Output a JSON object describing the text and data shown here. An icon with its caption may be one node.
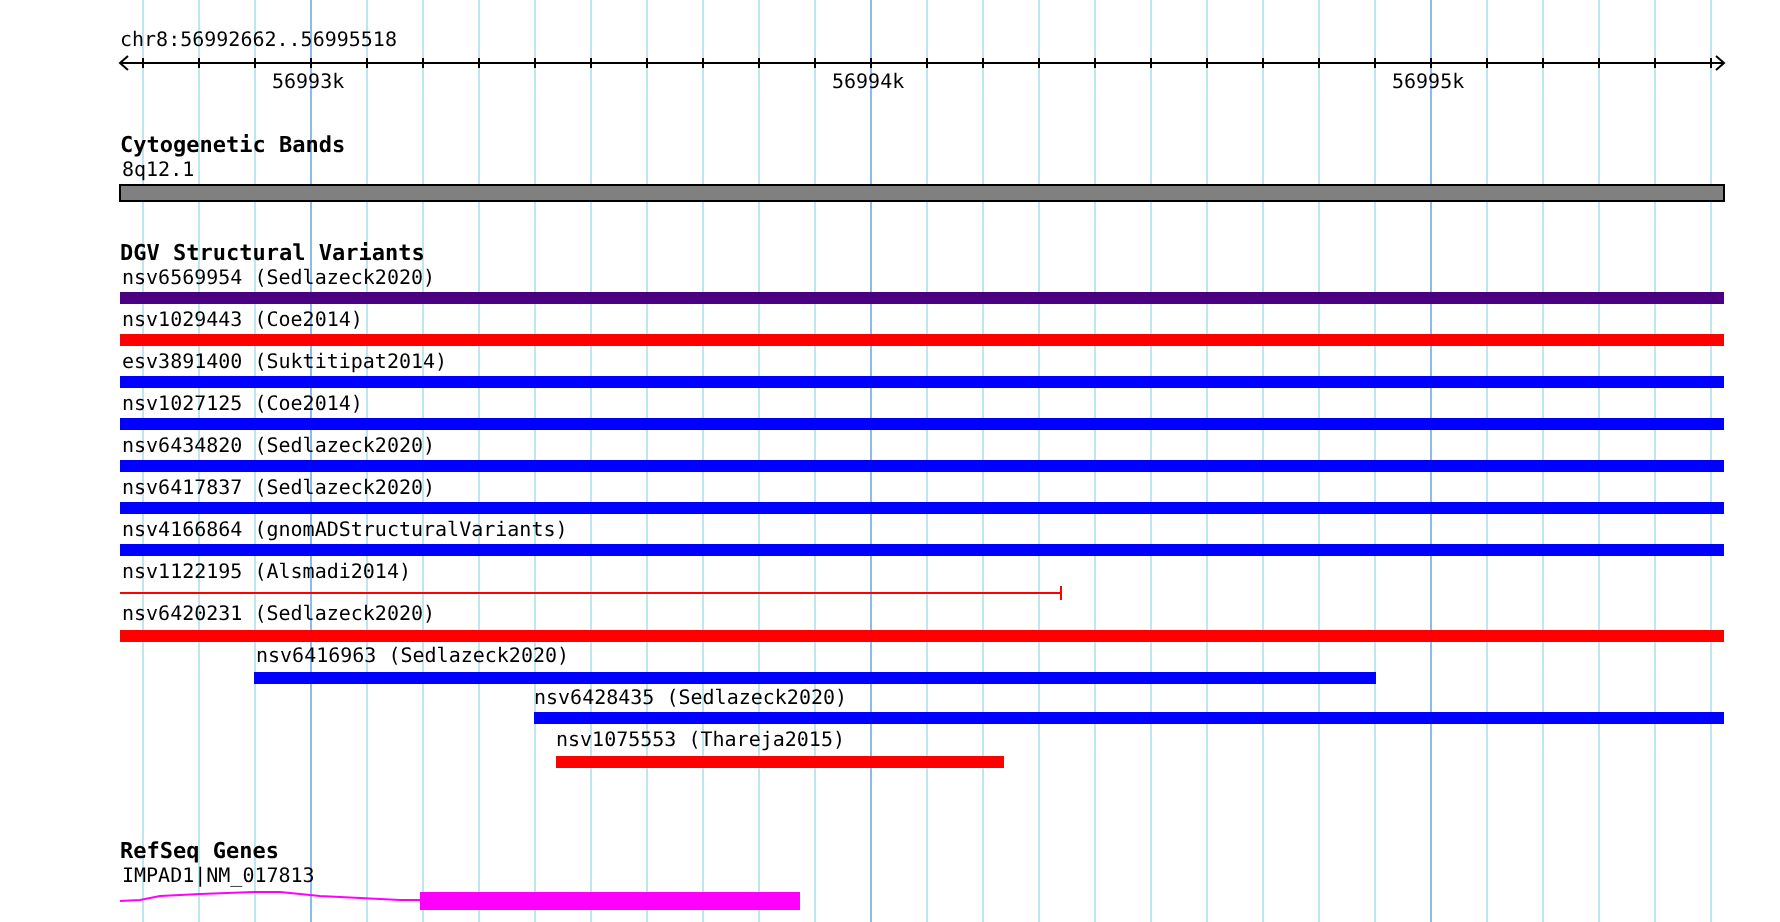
{
  "diagram": {
    "nodes": [
      {
        "text": [],
        "shape": "bar",
        "beside": [
          "8q12.1"
        ]
      },
      {
        "text": [],
        "shape": "bar",
        "beside": [
          "nsv6569954 (Sedlazeck2020)"
        ]
      },
      {
        "text": [],
        "shape": "bar",
        "beside": [
          "nsv1029443 (Coe2014)"
        ]
      },
      {
        "text": [],
        "shape": "bar",
        "beside": [
          "esv3891400 (Suktitipat2014)"
        ]
      },
      {
        "text": [],
        "shape": "bar",
        "beside": [
          "nsv1027125 (Coe2014)"
        ]
      },
      {
        "text": [],
        "shape": "bar",
        "beside": [
          "nsv6434820 (Sedlazeck2020)"
        ]
      },
      {
        "text": [],
        "shape": "bar",
        "beside": [
          "nsv6417837 (Sedlazeck2020)"
        ]
      },
      {
        "text": [],
        "shape": "bar",
        "beside": [
          "nsv4166864 (gnomADStructuralVariants)"
        ]
      },
      {
        "text": [],
        "shape": "bar",
        "beside": [
          "nsv1122195 (Alsmadi2014)"
        ]
      },
      {
        "text": [],
        "shape": "bar",
        "beside": [
          "nsv6420231 (Sedlazeck2020)"
        ]
      },
      {
        "text": [],
        "shape": "bar",
        "beside": [
          "nsv6416963 (Sedlazeck2020)"
        ]
      },
      {
        "text": [],
        "shape": "bar",
        "beside": [
          "nsv6428435 (Sedlazeck2020)"
        ]
      },
      {
        "text": [],
        "shape": "bar",
        "beside": [
          "nsv1075553 (Thareja2015)"
        ]
      },
      {
        "text": [],
        "shape": "bar",
        "beside": [
          "IMPAD1|NM_017813"
        ]
      }
    ],
    "labels": [
      "chr8:56992662..56995518",
      "56993k",
      "56994k",
      "56995k",
      "Cytogenetic Bands",
      "DGV Structural Variants",
      "RefSeq Genes"
    ]
  }
}
